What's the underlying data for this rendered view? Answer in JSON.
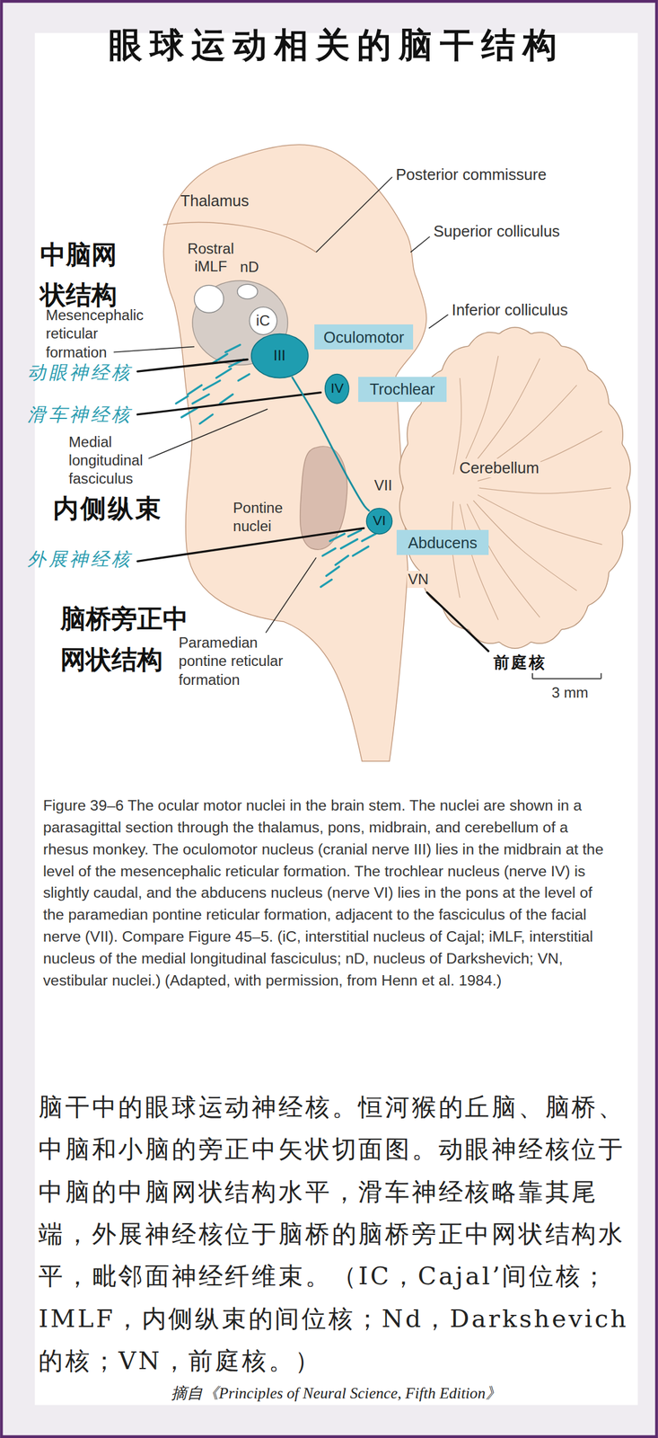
{
  "diagram": {
    "title": "眼球运动相关的脑干结构",
    "caption": "Figure 39–6 The ocular motor nuclei in the brain stem. The nuclei are shown in a parasagittal section through the thalamus, pons, midbrain, and cerebellum of a rhesus monkey. The oculomotor nucleus (cranial nerve III) lies in the midbrain at the level of the mesencephalic reticular formation. The trochlear nucleus (nerve IV) is slightly caudal, and the abducens nucleus (nerve VI) lies in the pons at the level of the paramedian pontine reticular formation, adjacent to the fasciculus of the facial nerve (VII). Compare Figure 45–5. (iC, interstitial nucleus of Cajal; iMLF, interstitial nucleus of the medial longitudinal fasciculus; nD, nucleus of Darkshevich; VN, vestibular nuclei.) (Adapted, with permission, from Henn et al. 1984.)",
    "nodes": [
      {
        "text": [
          "iC"
        ]
      },
      {
        "text": [
          "III"
        ]
      },
      {
        "text": [
          "Oculomotor"
        ]
      },
      {
        "text": [
          "IV"
        ]
      },
      {
        "text": [
          "Trochlear"
        ]
      },
      {
        "text": [
          "VI"
        ]
      },
      {
        "text": [
          "Abducens"
        ]
      }
    ],
    "edges": [
      {
        "from": 1,
        "to": 5,
        "arrow": "none"
      }
    ],
    "labels": [
      "Thalamus",
      "Posterior commissure",
      "Superior colliculus",
      "中脑网状结构",
      "Rostral iMLF",
      "nD",
      "Inferior colliculus",
      "Mesencephalic reticular formation",
      "动眼神经核",
      "滑车神经核",
      "Medial longitudinal fasciculus",
      "Cerebellum",
      "VII",
      "内侧纵束",
      "Pontine nuclei",
      "外展神经核",
      "VN",
      "脑桥旁正中网状结构",
      "Paramedian pontine reticular formation",
      "前庭核",
      "3 mm",
      "脑干中的眼球运动神经核。恒河猴的丘脑、脑桥、中脑和小脑的旁正中矢状切面图。动眼神经核位于中脑的中脑网状结构水平，滑车神经核略靠其尾端，外展神经核位于脑桥的脑桥旁正中网状结构水平，毗邻面神经纤维束。（IC，Cajal’间位核；IMLF，内侧纵束的间位核；Nd，Darkshevich的核；VN，前庭核。）",
      "摘自《Principles of Neural Science, Fifth Edition》"
    ]
  }
}
